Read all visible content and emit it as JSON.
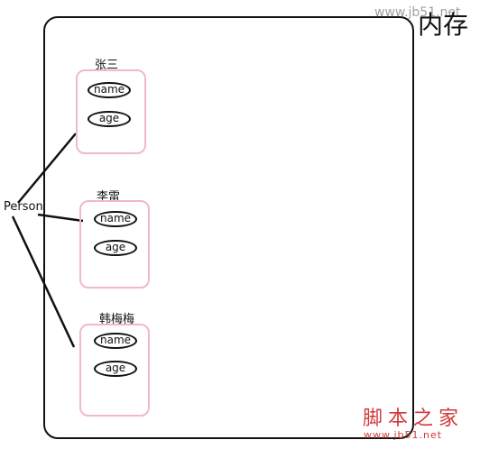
{
  "memory": {
    "label": "内存"
  },
  "reference": {
    "label": "Person"
  },
  "objects": [
    {
      "name": "张三",
      "fields": [
        "name",
        "age"
      ]
    },
    {
      "name": "李雷",
      "fields": [
        "name",
        "age"
      ]
    },
    {
      "name": "韩梅梅",
      "fields": [
        "name",
        "age"
      ]
    }
  ],
  "watermark": {
    "top_url": "www.jb51.net",
    "logo_text": "脚本之家",
    "bottom_url": "www.jb51.net"
  }
}
